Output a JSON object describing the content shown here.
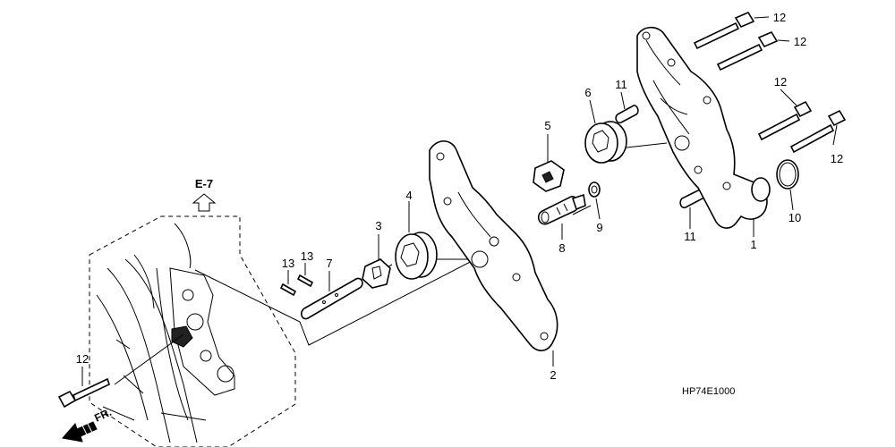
{
  "diagram": {
    "reference_label": "E-7",
    "direction_label": "FR.",
    "drawing_code": "HP74E1000",
    "callouts": [
      "1",
      "2",
      "3",
      "4",
      "5",
      "6",
      "7",
      "8",
      "9",
      "10",
      "11",
      "11",
      "12",
      "12",
      "12",
      "12",
      "12",
      "13",
      "13"
    ]
  }
}
